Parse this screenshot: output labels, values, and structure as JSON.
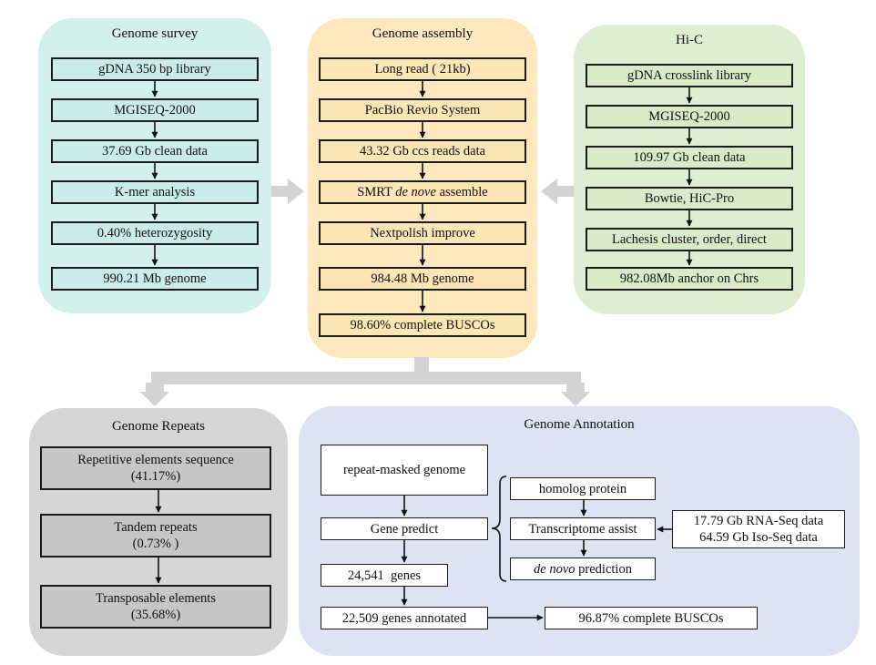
{
  "survey": {
    "title": "Genome survey",
    "steps": [
      "gDNA 350 bp library",
      "MGISEQ-2000",
      "37.69 Gb clean data",
      "K-mer analysis",
      "0.40% heterozygosity",
      "990.21 Mb genome"
    ]
  },
  "assembly": {
    "title": "Genome assembly",
    "steps": [
      "Long read ( 21kb)",
      "PacBio Revio System",
      "43.32 Gb ccs reads data",
      "SMRT de nove assemble",
      "Nextpolish improve",
      "984.48 Mb genome",
      "98.60% complete BUSCOs"
    ],
    "smrt_pre": "SMRT ",
    "smrt_italic": "de nove",
    "smrt_post": " assemble"
  },
  "hic": {
    "title": "Hi-C",
    "steps": [
      "gDNA crosslink library",
      "MGISEQ-2000",
      "109.97 Gb clean data",
      "Bowtie, HiC-Pro",
      "Lachesis cluster, order, direct",
      "982.08Mb anchor on Chrs"
    ]
  },
  "repeats": {
    "title": "Genome Repeats",
    "items": [
      {
        "line1": "Repetitive elements sequence",
        "line2": "(41.17%)"
      },
      {
        "line1": "Tandem repeats",
        "line2": "(0.73% )"
      },
      {
        "line1": "Transposable elements",
        "line2": "(35.68%)"
      }
    ]
  },
  "annotation": {
    "title": "Genome Annotation",
    "repeat_masked": "repeat-masked genome",
    "gene_predict": "Gene predict",
    "genes": "24,541  genes",
    "annotated": "22,509 genes annotated",
    "buscos": "96.87% complete BUSCOs",
    "homolog": "homolog protein",
    "transcriptome": "Transcriptome assist",
    "denovo_italic": "de novo",
    "denovo_rest": " prediction",
    "rna_seq": "17.79 Gb RNA-Seq data",
    "iso_seq": "64.59 Gb Iso-Seq data"
  },
  "colors": {
    "survey_bg": "#d2f0ec",
    "assembly_bg": "#fde9bd",
    "hic_bg": "#dcefd2",
    "repeats_bg": "#d6d6d6",
    "annotation_bg": "#dde3f3",
    "connector_gray": "#d3d3d3"
  }
}
